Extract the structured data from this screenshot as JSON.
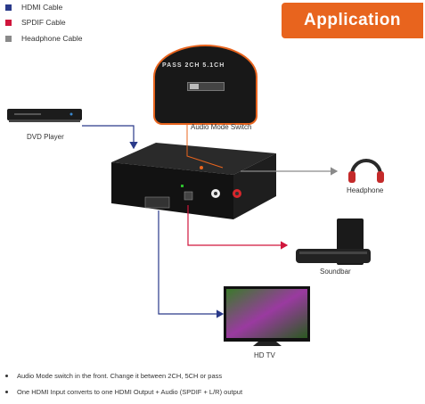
{
  "legend": [
    {
      "label": "HDMI Cable",
      "color": "#2a3a8a"
    },
    {
      "label": "SPDIF Cable",
      "color": "#d0163c"
    },
    {
      "label": "Headphone Cable",
      "color": "#8a8a8a"
    }
  ],
  "banner": {
    "title": "Application"
  },
  "zoom": {
    "switch_text": "PASS 2CH 5.1CH"
  },
  "labels": {
    "audio_mode_switch": "Audio Mode Switch",
    "dvd_player": "DVD Player",
    "headphone": "Headphone",
    "soundbar": "Soundbar",
    "hd_tv": "HD TV"
  },
  "bullets": [
    "Audio Mode switch in the front. Change it between 2CH, 5CH or pass",
    "One HDMI Input converts to one HDMI Output + Audio (SPDIF + L/R) output"
  ],
  "colors": {
    "accent": "#e8641e",
    "hdmi": "#2a3a8a",
    "spdif": "#d0163c",
    "headphone": "#8a8a8a"
  }
}
